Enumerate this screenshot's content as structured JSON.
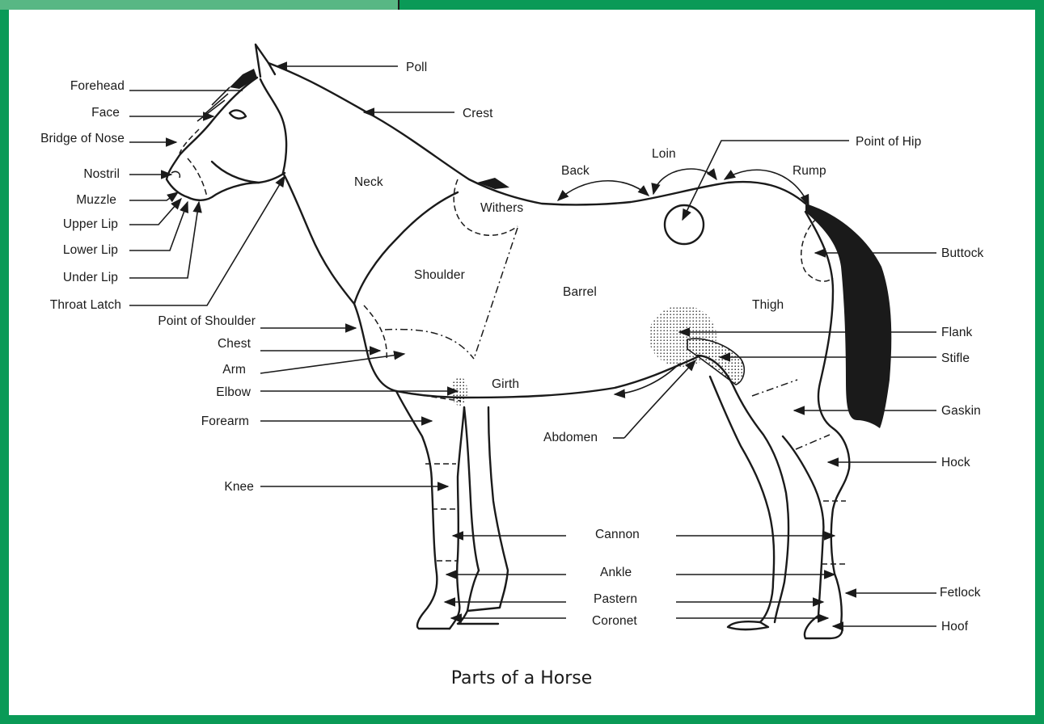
{
  "caption": "Parts of a Horse",
  "colors": {
    "frame": "#0a9a57",
    "tab": "#58b784",
    "ink": "#1a1a1a"
  },
  "labels": {
    "poll": "Poll",
    "crest": "Crest",
    "forehead": "Forehead",
    "face": "Face",
    "bridge_of_nose": "Bridge of Nose",
    "nostril": "Nostril",
    "muzzle": "Muzzle",
    "upper_lip": "Upper Lip",
    "lower_lip": "Lower Lip",
    "under_lip": "Under Lip",
    "throat_latch": "Throat Latch",
    "point_of_shoulder": "Point of Shoulder",
    "chest": "Chest",
    "arm": "Arm",
    "elbow": "Elbow",
    "forearm": "Forearm",
    "knee": "Knee",
    "neck": "Neck",
    "withers": "Withers",
    "shoulder": "Shoulder",
    "back": "Back",
    "loin": "Loin",
    "point_of_hip": "Point of Hip",
    "rump": "Rump",
    "barrel": "Barrel",
    "thigh": "Thigh",
    "buttock": "Buttock",
    "flank": "Flank",
    "stifle": "Stifle",
    "girth": "Girth",
    "abdomen": "Abdomen",
    "gaskin": "Gaskin",
    "hock": "Hock",
    "cannon": "Cannon",
    "ankle": "Ankle",
    "pastern": "Pastern",
    "coronet": "Coronet",
    "fetlock": "Fetlock",
    "hoof": "Hoof"
  }
}
